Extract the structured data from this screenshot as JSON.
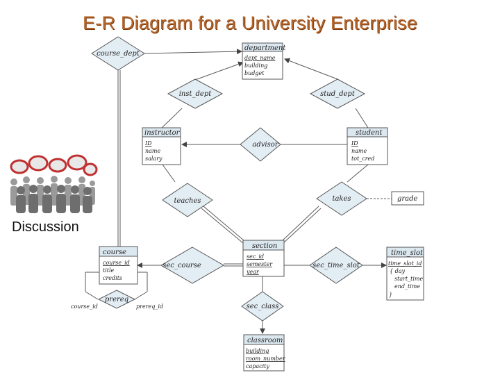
{
  "title": "E-R Diagram for a University Enterprise",
  "discussion_label": "Discussion",
  "entities": {
    "department": {
      "name": "department",
      "attributes": [
        "dept_name",
        "building",
        "budget"
      ]
    },
    "instructor": {
      "name": "instructor",
      "attributes": [
        "ID",
        "name",
        "salary"
      ]
    },
    "student": {
      "name": "student",
      "attributes": [
        "ID",
        "name",
        "tot_cred"
      ]
    },
    "course": {
      "name": "course",
      "attributes": [
        "course_id",
        "title",
        "credits"
      ]
    },
    "section": {
      "name": "section",
      "attributes": [
        "sec_id",
        "semester",
        "year"
      ]
    },
    "time_slot": {
      "name": "time_slot",
      "attributes": [
        "time_slot_id",
        "{ day",
        "start_time",
        "end_time",
        "}"
      ]
    },
    "classroom": {
      "name": "classroom",
      "attributes": [
        "building",
        "room_number",
        "capacity"
      ]
    }
  },
  "relationships": {
    "course_dept": "course_dept",
    "inst_dept": "inst_dept",
    "stud_dept": "stud_dept",
    "advisor": "advisor",
    "teaches": "teaches",
    "takes": "takes",
    "sec_course": "sec_course",
    "sec_time_slot": "sec_time_slot",
    "prereq": "prereq",
    "sec_class": "sec_class"
  },
  "relationship_attribute": "grade",
  "role_labels": {
    "course_id": "course_id",
    "prereq_id": "prereq_id"
  },
  "colors": {
    "entity_header": "#dce8f0",
    "relationship_fill": "#e3edf4",
    "title": "#b5652a",
    "line": "#555555"
  }
}
